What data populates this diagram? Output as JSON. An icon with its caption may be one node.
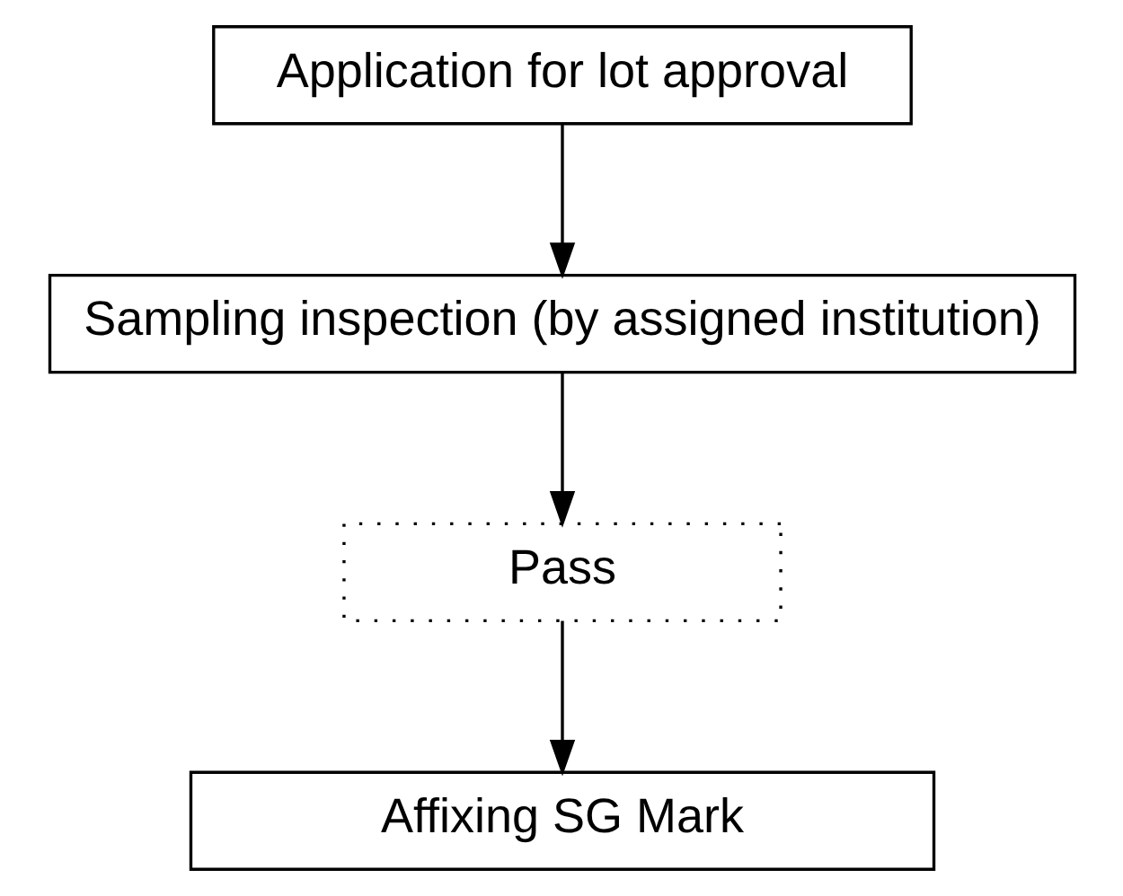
{
  "diagram": {
    "nodes": [
      {
        "text": [
          "Application for lot approval"
        ]
      },
      {
        "text": [
          "Sampling inspection (by assigned institution)"
        ]
      },
      {
        "text": [
          "Pass"
        ]
      },
      {
        "text": [
          "Affixing SG Mark"
        ]
      }
    ],
    "edges": [
      {
        "from": 0,
        "to": 1,
        "arrow": "to"
      },
      {
        "from": 1,
        "to": 2,
        "arrow": "to"
      },
      {
        "from": 2,
        "to": 3,
        "arrow": "to"
      }
    ]
  }
}
